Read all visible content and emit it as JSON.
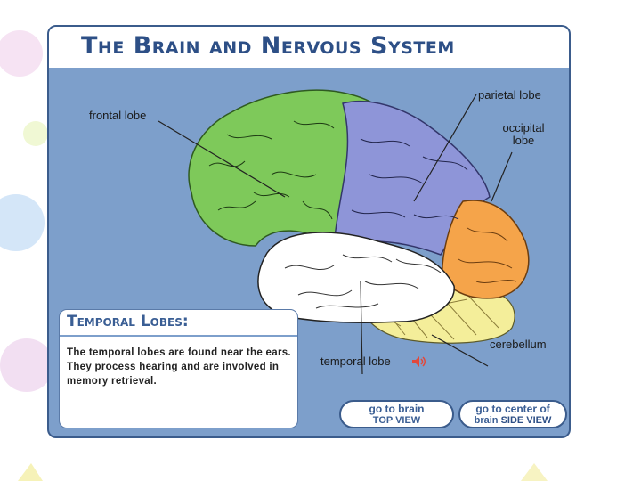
{
  "title": "The Brain and Nervous System",
  "labels": {
    "frontal": "frontal lobe",
    "parietal": "parietal lobe",
    "occipital_line1": "occipital",
    "occipital_line2": "lobe",
    "cerebellum": "cerebellum",
    "temporal": "temporal lobe"
  },
  "info": {
    "heading": "Temporal Lobes:",
    "body": "The temporal lobes are found near the ears. They process hearing and are involved in memory retrieval."
  },
  "buttons": {
    "top_view_line1": "go to brain",
    "top_view_line2": "TOP VIEW",
    "side_view_line1": "go to center of",
    "side_view_line2_a": "brain",
    "side_view_line2_b": "SIDE VIEW"
  },
  "icons": {
    "speaker": "speaker-icon"
  },
  "colors": {
    "panel": "#7d9fcb",
    "frontal": "#7ec95a",
    "parietal": "#8e95d8",
    "occipital": "#f5a44a",
    "temporal": "#ffffff",
    "cerebellum": "#f4ee9a",
    "title": "#2d4f86"
  }
}
